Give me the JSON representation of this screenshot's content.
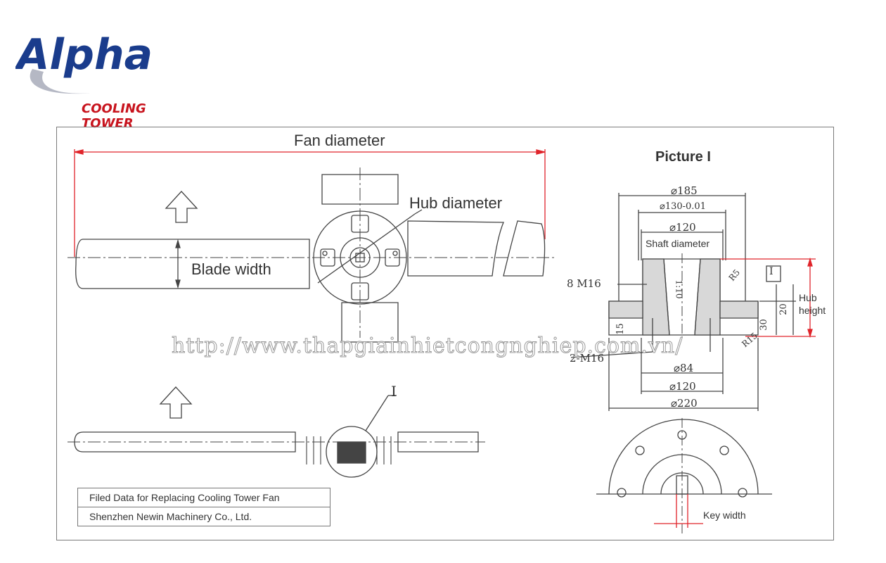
{
  "logo": {
    "brand": "Alpha",
    "subtitle": "COOLING TOWER",
    "brand_color": "#1a3c8c",
    "subtitle_color": "#c8141e"
  },
  "labels": {
    "fan_diameter": "Fan diameter",
    "hub_diameter": "Hub diameter",
    "blade_width": "Blade width",
    "detail_marker": "I",
    "picture_title": "Picture I",
    "shaft_diameter": "Shaft diameter",
    "key_width": "Key width",
    "hub_height": "Hub\nheight",
    "d185": "⌀185",
    "d130": "⌀130-0.01",
    "d120_top": "⌀120",
    "m16_8": "8 M16",
    "m16_2": "2-M16",
    "d84": "⌀84",
    "d120_bottom": "⌀120",
    "d220": "⌀220",
    "dim_20": "20",
    "dim_30": "30",
    "dim_15": "15",
    "taper": "1:10",
    "r5": "R5",
    "r15": "R15",
    "box_marker": "I"
  },
  "watermark": "http://www.thapgiainhietcongnghiep.com.vn/",
  "info_box": {
    "line1": "Filed Data for Replacing Cooling Tower Fan",
    "line2": "Shenzhen Newin Machinery Co., Ltd."
  },
  "colors": {
    "dimension_red": "#e0242b",
    "line": "#444444"
  }
}
